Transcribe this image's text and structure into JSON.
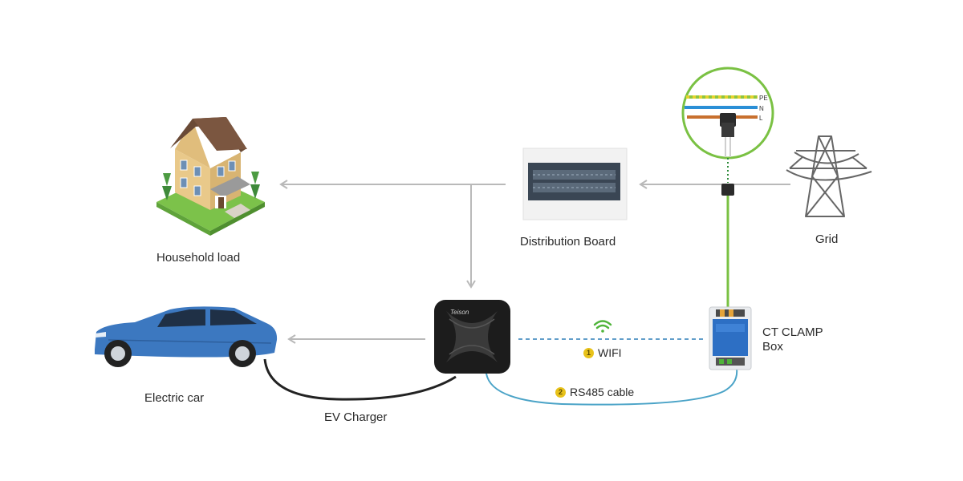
{
  "labels": {
    "household": "Household load",
    "distribution_board": "Distribution Board",
    "grid": "Grid",
    "electric_car": "Electric car",
    "ev_charger": "EV Charger",
    "ct_clamp_line1": "CT CLAMP",
    "ct_clamp_line2": "Box",
    "wifi_num": "1",
    "wifi": "WIFI",
    "rs485_num": "2",
    "rs485": "RS485 cable",
    "charger_brand": "Teison",
    "wire_pe": "PE",
    "wire_n": "N",
    "wire_l": "L"
  },
  "colors": {
    "arrow": "#b9b9b9",
    "green_line": "#7ac143",
    "wifi_line": "#2f7fb9",
    "rs485_cable": "#4aa3c7",
    "charge_cable": "#222222",
    "car_body": "#3c78c0",
    "badge": "#e8c21a",
    "wire_pe_green": "#8dc63f",
    "wire_pe_yellow": "#e6d22c",
    "wire_n": "#2a8fd6",
    "wire_l": "#c8702e"
  },
  "icons": {
    "house": "house-icon",
    "panel": "distribution-board-icon",
    "tower": "power-tower-icon",
    "car": "car-icon",
    "charger": "ev-charger-icon",
    "ct_box": "ct-clamp-box-icon",
    "wifi": "wifi-icon",
    "magnifier": "ct-clamp-zoom-icon"
  }
}
